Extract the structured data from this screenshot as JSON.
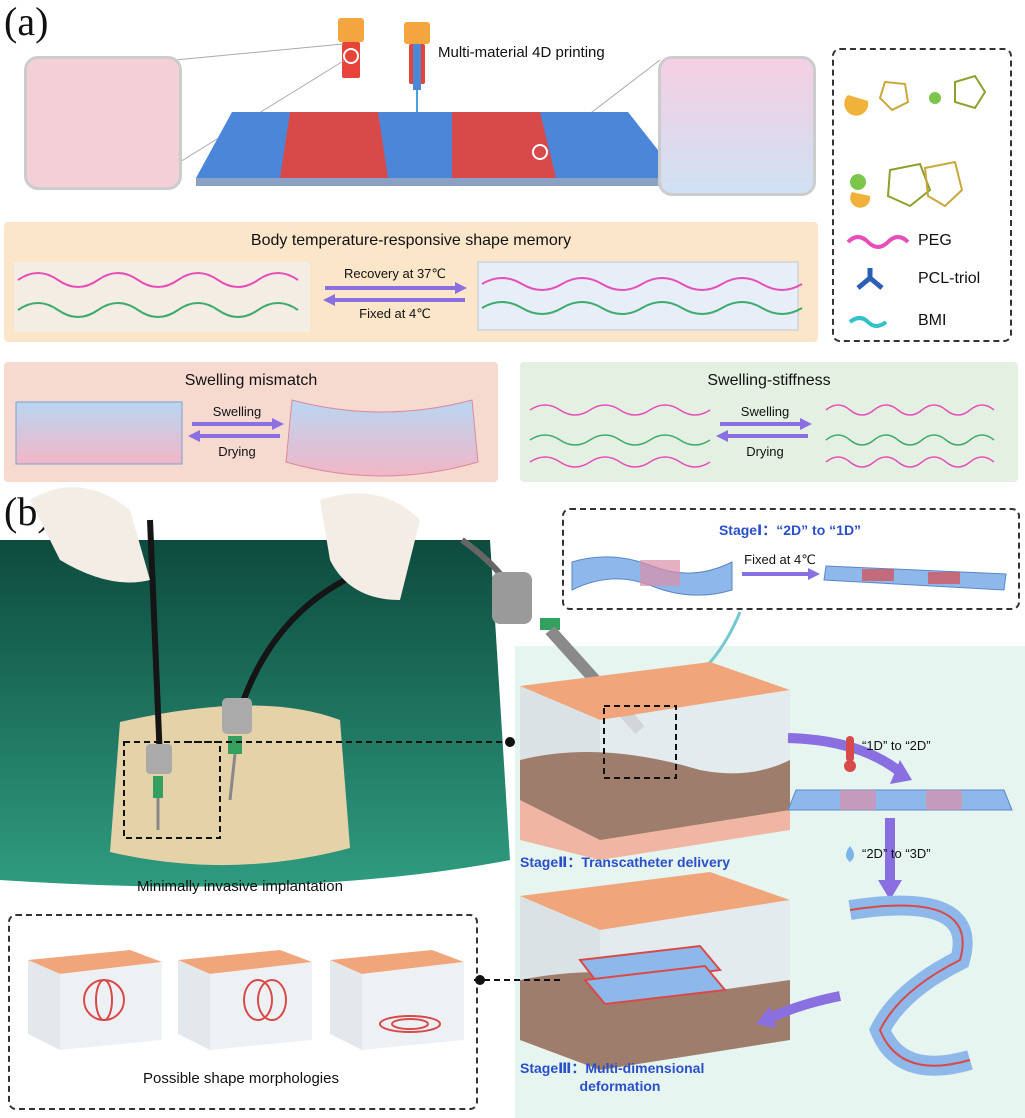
{
  "panels": {
    "a": "(a)",
    "b": "(b)"
  },
  "printing": {
    "title": "Multi-material 4D printing"
  },
  "legend": {
    "items": [
      {
        "label": "PEG",
        "color": "#e64fb9"
      },
      {
        "label": "PCL-triol",
        "color": "#2b5fb6"
      },
      {
        "label": "BMI",
        "color": "#35c0c8"
      }
    ]
  },
  "shape_memory": {
    "title": "Body temperature-responsive shape memory",
    "forward": "Recovery at 37℃",
    "backward": "Fixed at 4℃"
  },
  "swelling_mismatch": {
    "title": "Swelling mismatch",
    "forward": "Swelling",
    "backward": "Drying"
  },
  "swelling_stiffness": {
    "title": "Swelling-stiffness",
    "forward": "Swelling",
    "backward": "Drying"
  },
  "stage1": {
    "title": "StageⅠ：“2D” to “1D”",
    "arrow": "Fixed at 4℃"
  },
  "stage2": {
    "title": "StageⅡ：Transcatheter delivery"
  },
  "stage3": {
    "line1": "StageⅢ：Multi-dimensional",
    "line2": "deformation"
  },
  "steps": {
    "one_to_two": "“1D” to “2D”",
    "two_to_three": "“2D” to “3D”"
  },
  "surgery": {
    "caption": "Minimally invasive implantation"
  },
  "morphologies": {
    "caption": "Possible shape morphologies"
  },
  "colors": {
    "accent_blue": "#2b4fc9",
    "arrow_purple": "#8a6fe0",
    "peg": "#e64fb9",
    "pcl": "#2b5fb6",
    "bmi": "#35c0c8"
  }
}
